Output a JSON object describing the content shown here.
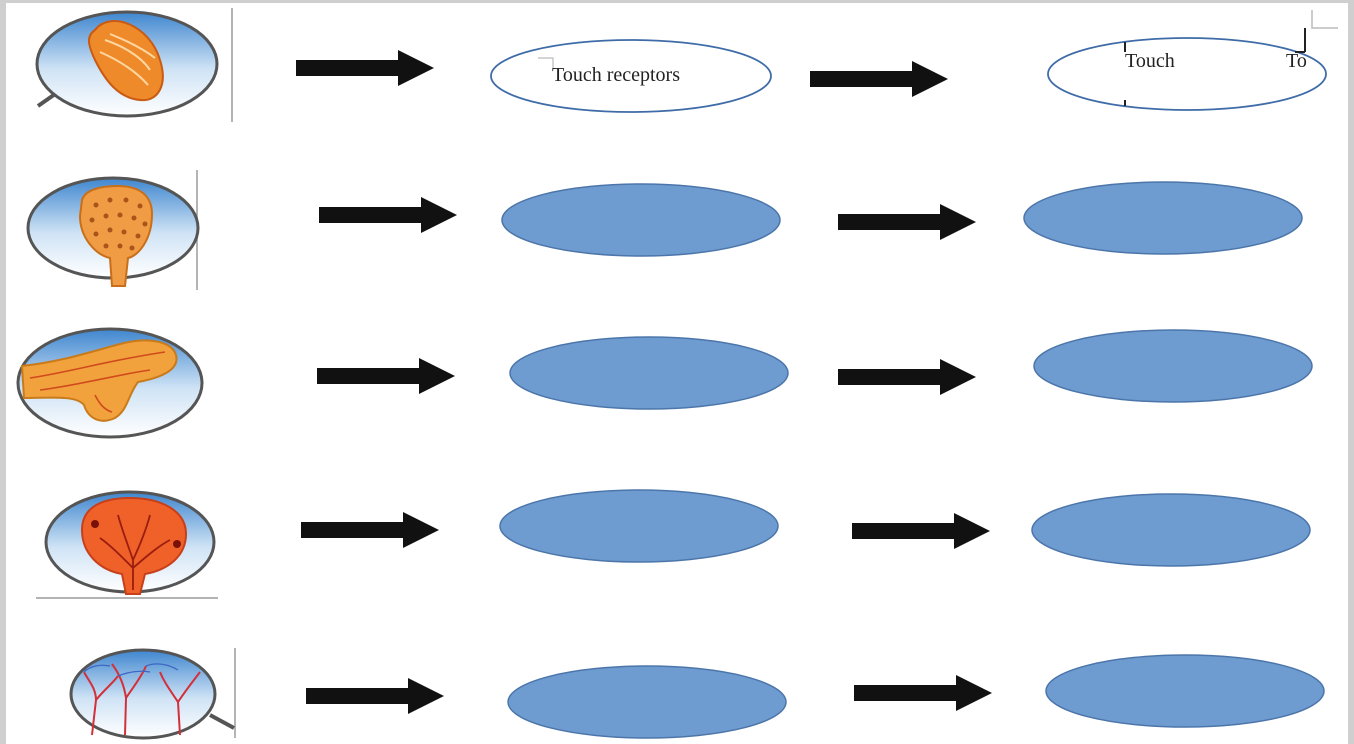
{
  "colors": {
    "filled_ellipse": "#6e9bd0",
    "filled_ellipse_stroke": "#4c76aa",
    "outline_ellipse_stroke": "#3f6ca8",
    "arrow": "#111111",
    "lens_fill_top": "#4f95d6",
    "lens_fill_bottom": "#ffffff",
    "lens_rim": "#555555"
  },
  "rows": [
    {
      "icon": "meissner-corpuscle-icon",
      "label_1": "Touch receptors",
      "label_2": "Touch",
      "label_2b": "To"
    },
    {
      "icon": "merkel-disc-icon"
    },
    {
      "icon": "ruffini-ending-icon"
    },
    {
      "icon": "pacinian-corpuscle-icon"
    },
    {
      "icon": "free-nerve-ending-icon"
    }
  ]
}
